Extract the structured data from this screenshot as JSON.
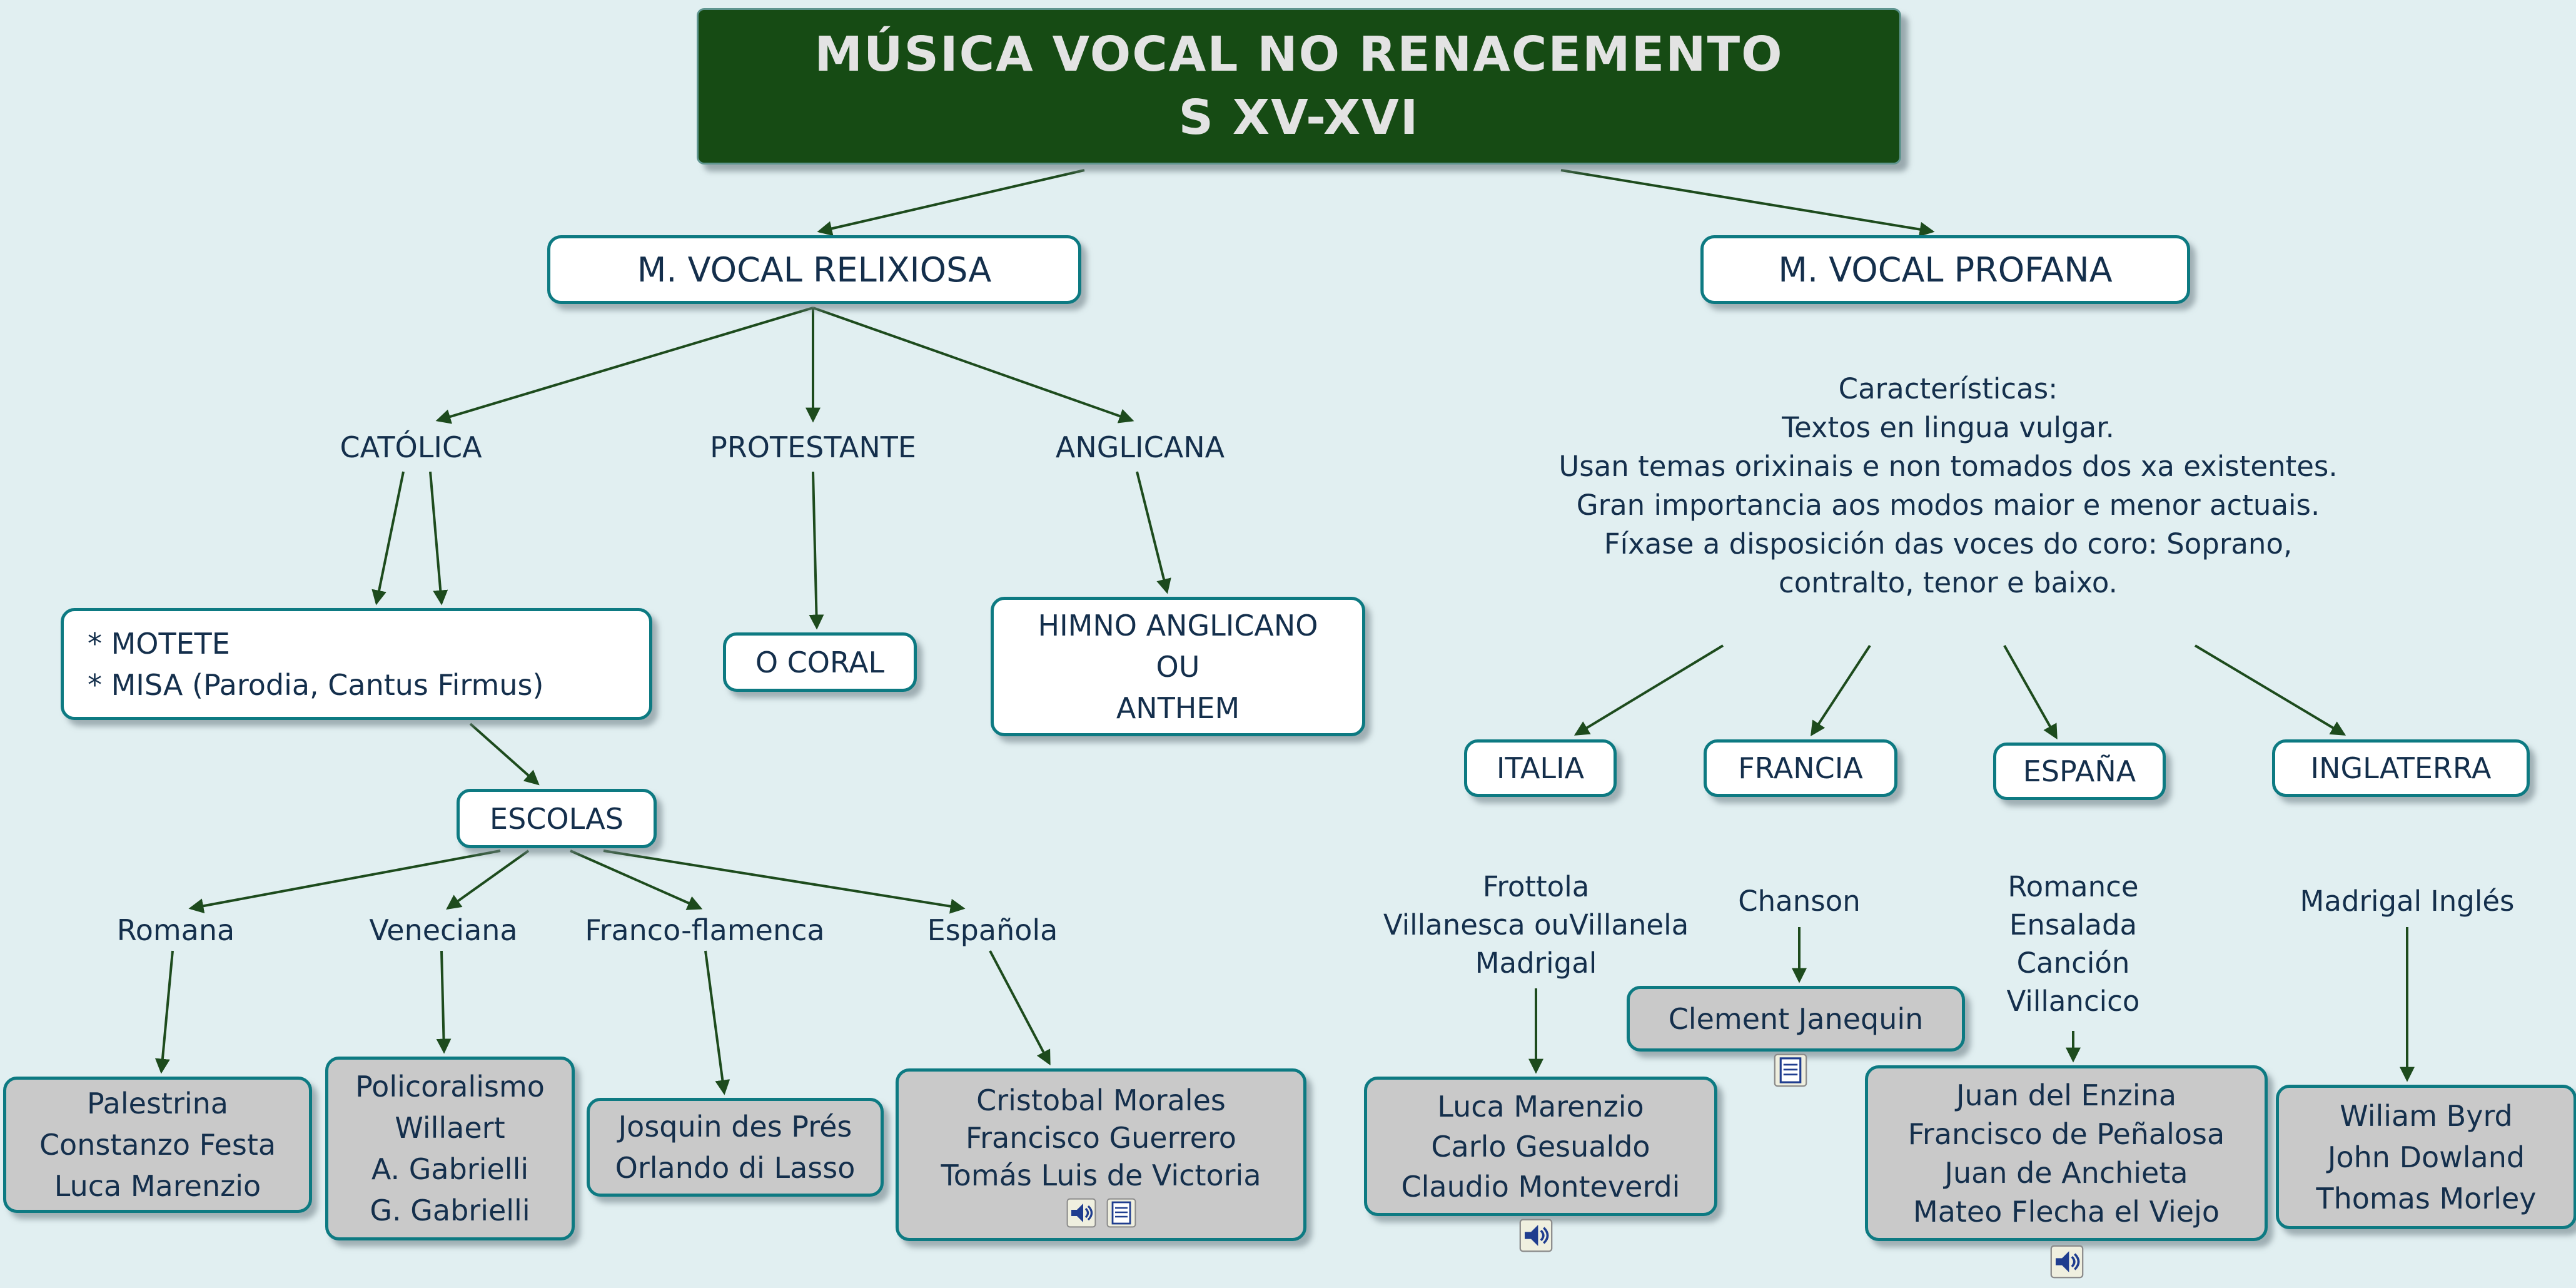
{
  "colors": {
    "background": "#e1eff1",
    "node_border": "#0d7a82",
    "arrow": "#1d4b1d",
    "title_background": "#164b14",
    "title_text": "#e3e3e3",
    "gray_node_fill": "#c9c9c9",
    "text": "#142f4c"
  },
  "title": {
    "lines": [
      "MÚSICA VOCAL NO RENACEMENTO",
      "S XV-XVI"
    ]
  },
  "religious": {
    "root": "M. VOCAL RELIXIOSA",
    "catolica": "CATÓLICA",
    "protestante": "PROTESTANTE",
    "anglicana": "ANGLICANA",
    "motete": {
      "lines": [
        "* MOTETE",
        "* MISA (Parodia, Cantus Firmus)"
      ]
    },
    "coral": "O CORAL",
    "himno": {
      "lines": [
        "HIMNO ANGLICANO",
        "OU",
        "ANTHEM"
      ]
    },
    "escolas": "ESCOLAS",
    "romana": "Romana",
    "veneciana": "Veneciana",
    "franco": "Franco-flamenca",
    "espanola": "Española",
    "romana_composers": {
      "lines": [
        "Palestrina",
        "Constanzo Festa",
        "Luca Marenzio"
      ]
    },
    "veneciana_composers": {
      "lines": [
        "Policoralismo",
        "Willaert",
        "A. Gabrielli",
        "G. Gabrielli"
      ]
    },
    "franco_composers": {
      "lines": [
        "Josquin des Prés",
        "Orlando di Lasso"
      ]
    },
    "espanola_composers": {
      "lines": [
        "Cristobal Morales",
        "Francisco Guerrero",
        "Tomás Luis de Victoria"
      ]
    }
  },
  "secular": {
    "root": "M. VOCAL PROFANA",
    "caracteristicas": {
      "lines": [
        "Características:",
        "Textos en lingua vulgar.",
        "Usan temas orixinais e non tomados dos xa existentes.",
        "Gran importancia aos modos maior e menor actuais.",
        "Fíxase a disposición das voces do coro: Soprano,",
        "contralto, tenor e baixo."
      ]
    },
    "italia": "ITALIA",
    "francia": "FRANCIA",
    "espana": "ESPAÑA",
    "inglaterra": "INGLATERRA",
    "italia_forms": {
      "lines": [
        "Frottola",
        "Villanesca ouVillanela",
        "Madrigal"
      ]
    },
    "francia_forms": {
      "lines": [
        "Chanson"
      ]
    },
    "espana_forms": {
      "lines": [
        "Romance",
        "Ensalada",
        "Canción",
        "Villancico"
      ]
    },
    "inglaterra_forms": {
      "lines": [
        "Madrigal Inglés"
      ]
    },
    "italia_composers": {
      "lines": [
        "Luca Marenzio",
        "Carlo Gesualdo",
        "Claudio Monteverdi"
      ]
    },
    "francia_composers": {
      "lines": [
        "Clement Janequin"
      ]
    },
    "espana_composers": {
      "lines": [
        "Juan del Enzina",
        "Francisco de Peñalosa",
        "Juan de Anchieta",
        "Mateo Flecha el Viejo"
      ]
    },
    "inglaterra_composers": {
      "lines": [
        "Wiliam Byrd",
        "John Dowland",
        "Thomas Morley"
      ]
    }
  },
  "icons": {
    "audio": "speaker-icon",
    "document": "document-icon"
  }
}
